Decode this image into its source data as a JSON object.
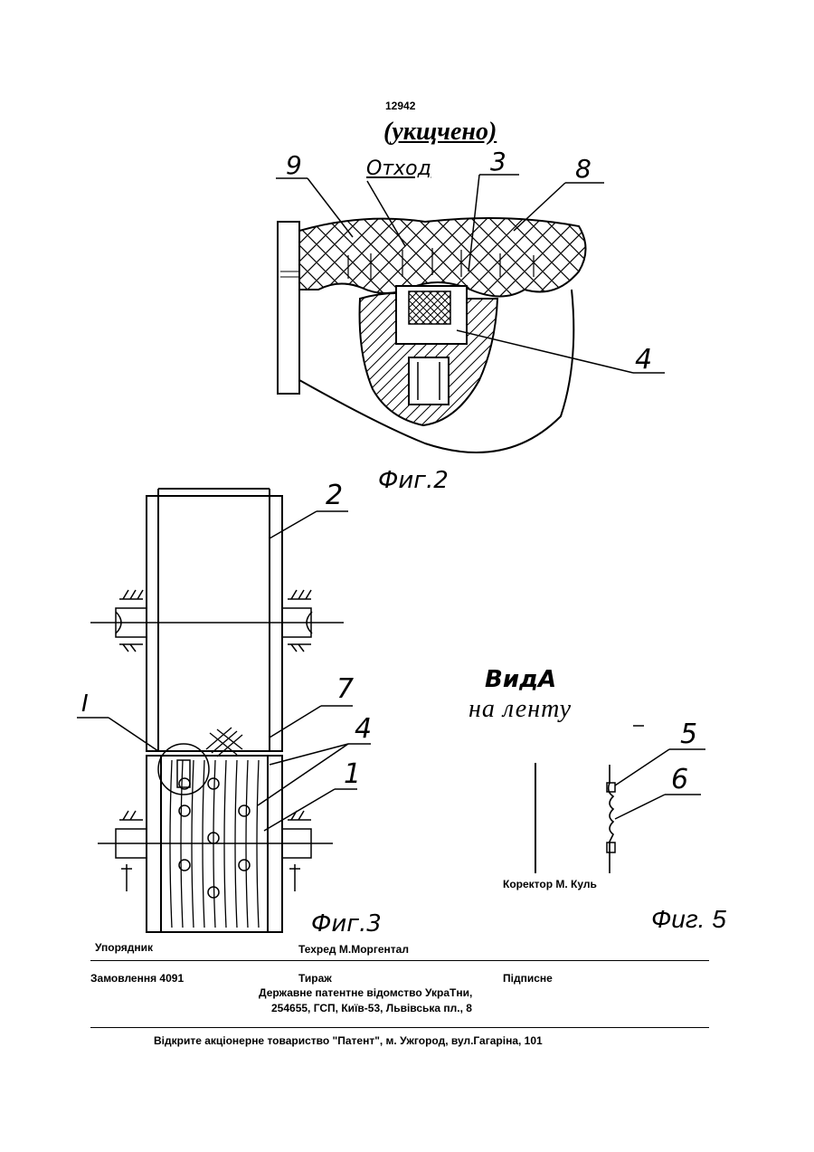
{
  "header": {
    "patent_number": "12942",
    "amended_note": "(укщчено)"
  },
  "fig2": {
    "caption": "Фиг.2",
    "label_otkhod": "Отход",
    "callouts": [
      "9",
      "3",
      "8",
      "4"
    ]
  },
  "fig3": {
    "caption": "Фиг.3",
    "callouts": [
      "2",
      "7",
      "4",
      "1",
      "I"
    ]
  },
  "fig5": {
    "view_title": "ВидА",
    "view_subtitle": "на ленту",
    "callouts": [
      "5",
      "6"
    ],
    "caption": "Фиг. 5"
  },
  "footer": {
    "corrector": "Коректор М. Куль",
    "compiler": "Упорядник",
    "techred": "Техред М.Моргентал",
    "order": "Замовлення 4091",
    "circulation": "Тираж",
    "subscription": "Підписне",
    "office_line1": "Державне патентне відомство УкраТни,",
    "office_line2": "254655, ГСП, Київ-53, Львівська пл., 8",
    "publisher": "Відкрите акціонерне товариство \"Патент\", м. Ужгород, вул.Гагаріна, 101"
  }
}
